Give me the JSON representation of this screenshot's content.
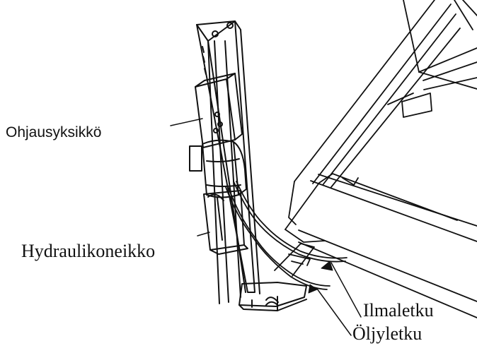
{
  "labels": {
    "control_unit": "Ohjausyksikkö",
    "hydraulic_unit": "Hydraulikoneikko",
    "air_hose": "Ilmaletku",
    "oil_hose": "Öljyletku"
  },
  "colors": {
    "line": "#111111",
    "background": "#ffffff"
  }
}
